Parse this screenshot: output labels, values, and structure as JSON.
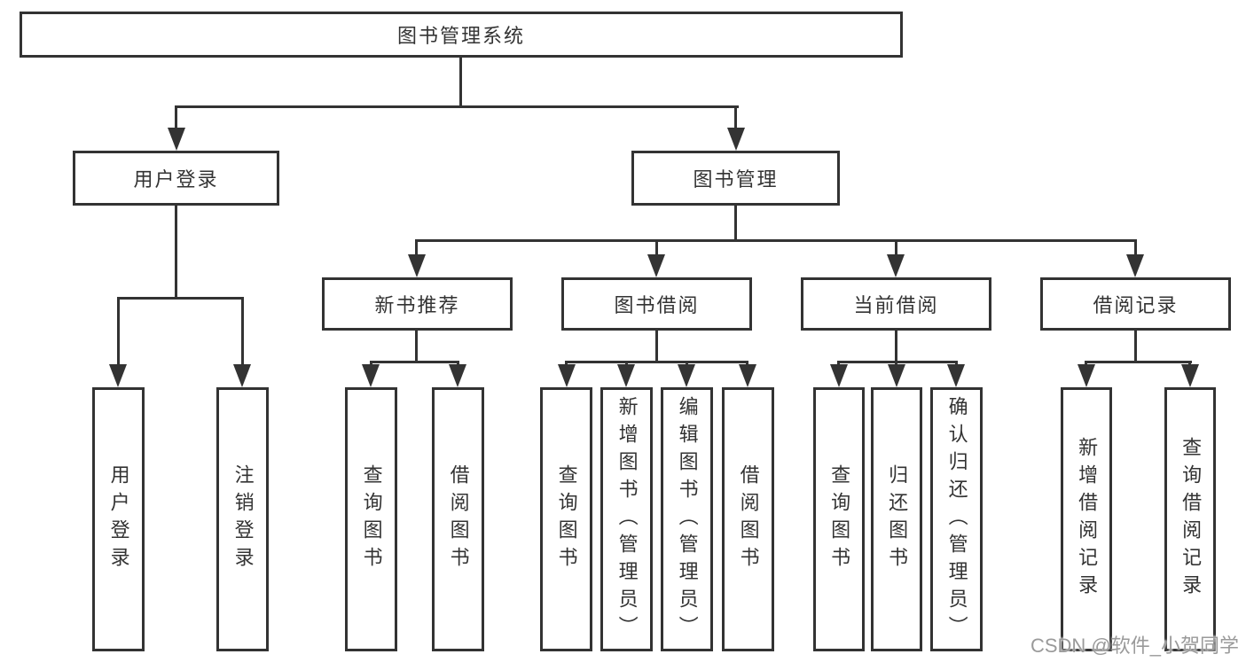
{
  "tree": {
    "root": {
      "label": "图书管理系统"
    },
    "children": [
      {
        "label": "用户登录",
        "children": [
          {
            "label": "用户登录"
          },
          {
            "label": "注销登录"
          }
        ]
      },
      {
        "label": "图书管理",
        "children": [
          {
            "label": "新书推荐",
            "children": [
              {
                "label": "查询图书"
              },
              {
                "label": "借阅图书"
              }
            ]
          },
          {
            "label": "图书借阅",
            "children": [
              {
                "label": "查询图书"
              },
              {
                "label": "新增图书（管理员）"
              },
              {
                "label": "编辑图书（管理员）"
              },
              {
                "label": "借阅图书"
              }
            ]
          },
          {
            "label": "当前借阅",
            "children": [
              {
                "label": "查询图书"
              },
              {
                "label": "归还图书"
              },
              {
                "label": "确认归还（管理员）"
              }
            ]
          },
          {
            "label": "借阅记录",
            "children": [
              {
                "label": "新增借阅记录"
              },
              {
                "label": "查询借阅记录"
              }
            ]
          }
        ]
      }
    ]
  },
  "watermark": {
    "text": "CSDN @软件_小贺同学"
  },
  "colors": {
    "line": "#333333",
    "box_border": "#333333",
    "text": "#333333",
    "watermark": "#9a9a9a",
    "background": "#ffffff"
  }
}
